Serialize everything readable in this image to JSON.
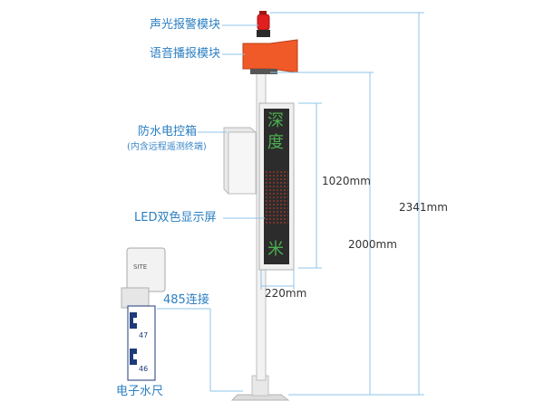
{
  "labels": {
    "alarm_module": "声光报警模块",
    "voice_module": "语音播报模块",
    "control_box": "防水电控箱",
    "control_box_note": "(内含远程遥测终端)",
    "led_screen": "LED双色显示屏",
    "connection": "485连接",
    "water_gauge": "电子水尺"
  },
  "screen_chars": [
    "深",
    "度",
    "米"
  ],
  "gauge_marks": [
    "47",
    "46"
  ],
  "gauge_logo": "SITE",
  "dimensions": {
    "screen_height": "1020mm",
    "screen_width": "220mm",
    "pole_height": "2000mm",
    "total_height": "2341mm"
  },
  "colors": {
    "label": "#2b7fc2",
    "leader": "#8fc6e8",
    "alarm_light": "#e02020",
    "speaker": "#f05a28",
    "led_green": "#4caf50",
    "led_red": "#d83a2a"
  }
}
